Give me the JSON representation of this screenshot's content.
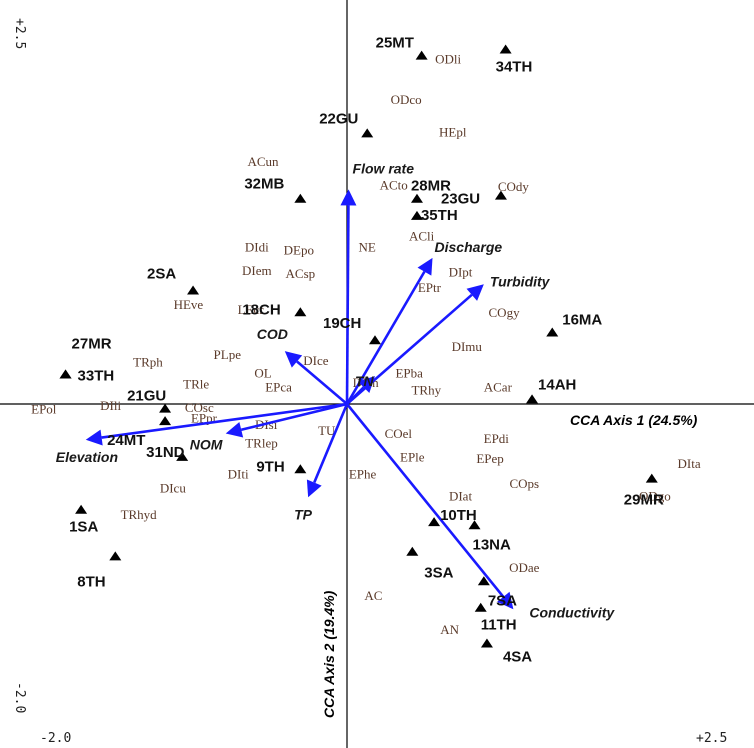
{
  "chart_data": {
    "type": "scatter",
    "x_range_labels": {
      "min": "-2.0",
      "max": "+2.5"
    },
    "y_range_labels": {
      "min": "-2.0",
      "max": "+2.5"
    },
    "xlim": [
      -2.0,
      2.5
    ],
    "ylim": [
      -2.0,
      2.5
    ],
    "x_axis_title": "CCA Axis 1 (24.5%)",
    "y_axis_title": "CCA Axis 2 (19.4%)",
    "vectors": [
      {
        "name": "Flow rate",
        "x": 0.01,
        "y": 1.38
      },
      {
        "name": "Discharge",
        "x": 0.55,
        "y": 0.94
      },
      {
        "name": "Turbidity",
        "x": 0.88,
        "y": 0.77
      },
      {
        "name": "COD",
        "x": -0.4,
        "y": 0.34
      },
      {
        "name": "TN",
        "x": 0.18,
        "y": 0.18
      },
      {
        "name": "NOM",
        "x": -0.78,
        "y": -0.19
      },
      {
        "name": "Elevation",
        "x": -1.68,
        "y": -0.23
      },
      {
        "name": "TP",
        "x": -0.25,
        "y": -0.6
      },
      {
        "name": "Conductivity",
        "x": 1.07,
        "y": -1.32
      }
    ],
    "sites": [
      {
        "label": "25MT",
        "x": 0.48,
        "y": 2.24
      },
      {
        "label": "34TH",
        "x": 1.02,
        "y": 2.28
      },
      {
        "label": "22GU",
        "x": 0.13,
        "y": 1.74
      },
      {
        "label": "32MB",
        "x": -0.3,
        "y": 1.32
      },
      {
        "name_hint": "",
        "label": "28MR",
        "x": 0.45,
        "y": 1.32
      },
      {
        "label": "35TH",
        "x": 0.45,
        "y": 1.21
      },
      {
        "label": "23GU",
        "x": 0.99,
        "y": 1.34
      },
      {
        "label": "2SA",
        "x": -0.99,
        "y": 0.73
      },
      {
        "label": "18CH",
        "x": -0.3,
        "y": 0.59
      },
      {
        "label": "19CH",
        "x": 0.18,
        "y": 0.41
      },
      {
        "label": "16MA",
        "x": 1.32,
        "y": 0.46
      },
      {
        "label": "27MR",
        "x": -1.81,
        "y": 0.19
      },
      {
        "label": "33TH",
        "x": -1.81,
        "y": 0.19
      },
      {
        "label": "21GU",
        "x": -1.17,
        "y": -0.03
      },
      {
        "label": "24MT",
        "x": -1.17,
        "y": -0.11
      },
      {
        "label": "14AH",
        "x": 1.19,
        "y": 0.03
      },
      {
        "label": "31ND",
        "x": -1.06,
        "y": -0.34
      },
      {
        "label": "9TH",
        "x": -0.3,
        "y": -0.42
      },
      {
        "label": "29MR",
        "x": 1.96,
        "y": -0.48
      },
      {
        "label": "1SA",
        "x": -1.71,
        "y": -0.68
      },
      {
        "label": "10TH",
        "x": 0.56,
        "y": -0.76
      },
      {
        "label": "13NA",
        "x": 0.82,
        "y": -0.78
      },
      {
        "label": "8TH",
        "x": -1.49,
        "y": -0.98
      },
      {
        "label": "3SA",
        "x": 0.42,
        "y": -0.95
      },
      {
        "label": "7SA",
        "x": 0.88,
        "y": -1.14
      },
      {
        "label": "11TH",
        "x": 0.86,
        "y": -1.31
      },
      {
        "label": "4SA",
        "x": 0.9,
        "y": -1.54
      }
    ],
    "species": [
      {
        "label": "ODli",
        "x": 0.65,
        "y": 2.19
      },
      {
        "label": "ODco",
        "x": 0.38,
        "y": 1.93
      },
      {
        "label": "HEpl",
        "x": 0.68,
        "y": 1.72
      },
      {
        "label": "ACun",
        "x": -0.54,
        "y": 1.53
      },
      {
        "label": "COdy",
        "x": 1.07,
        "y": 1.37
      },
      {
        "label": "ACto",
        "x": 0.3,
        "y": 1.38
      },
      {
        "label": "ACli",
        "x": 0.48,
        "y": 1.05
      },
      {
        "label": "NE",
        "x": 0.13,
        "y": 0.98
      },
      {
        "label": "DIdi",
        "x": -0.58,
        "y": 0.98
      },
      {
        "label": "DEpo",
        "x": -0.31,
        "y": 0.96
      },
      {
        "label": "DIem",
        "x": -0.58,
        "y": 0.83
      },
      {
        "label": "ACsp",
        "x": -0.3,
        "y": 0.81
      },
      {
        "label": "DIpt",
        "x": 0.73,
        "y": 0.82
      },
      {
        "label": "EPtr",
        "x": 0.53,
        "y": 0.72
      },
      {
        "label": "HEve",
        "x": -1.02,
        "y": 0.61
      },
      {
        "label": "LEcr",
        "x": -0.62,
        "y": 0.58
      },
      {
        "label": "COgy",
        "x": 1.01,
        "y": 0.56
      },
      {
        "label": "DImu",
        "x": 0.77,
        "y": 0.34
      },
      {
        "label": "PLpe",
        "x": -0.77,
        "y": 0.29
      },
      {
        "label": "DIce",
        "x": -0.2,
        "y": 0.25
      },
      {
        "label": "TRph",
        "x": -1.28,
        "y": 0.24
      },
      {
        "label": "OL",
        "x": -0.54,
        "y": 0.17
      },
      {
        "label": "EPba",
        "x": 0.4,
        "y": 0.17
      },
      {
        "label": "DIch",
        "x": 0.12,
        "y": 0.11
      },
      {
        "label": "EPca",
        "x": -0.44,
        "y": 0.08
      },
      {
        "label": "TRle",
        "x": -0.97,
        "y": 0.1
      },
      {
        "label": "TRhy",
        "x": 0.51,
        "y": 0.06
      },
      {
        "label": "ACar",
        "x": 0.97,
        "y": 0.08
      },
      {
        "label": "EPol",
        "x": -1.95,
        "y": -0.06
      },
      {
        "label": "DIli",
        "x": -1.52,
        "y": -0.04
      },
      {
        "label": "COsc",
        "x": -0.95,
        "y": -0.05
      },
      {
        "label": "EPpr",
        "x": -0.92,
        "y": -0.12
      },
      {
        "label": "DIsi",
        "x": -0.52,
        "y": -0.16
      },
      {
        "label": "TRlep",
        "x": -0.55,
        "y": -0.28
      },
      {
        "label": "TU",
        "x": -0.13,
        "y": -0.2
      },
      {
        "label": "COel",
        "x": 0.33,
        "y": -0.22
      },
      {
        "label": "EPdi",
        "x": 0.96,
        "y": -0.25
      },
      {
        "label": "EPep",
        "x": 0.92,
        "y": -0.38
      },
      {
        "label": "EPle",
        "x": 0.42,
        "y": -0.37
      },
      {
        "label": "EPhe",
        "x": 0.1,
        "y": -0.48
      },
      {
        "label": "DIti",
        "x": -0.7,
        "y": -0.48
      },
      {
        "label": "DIcu",
        "x": -1.12,
        "y": -0.57
      },
      {
        "label": "DIat",
        "x": 0.73,
        "y": -0.62
      },
      {
        "label": "COps",
        "x": 1.14,
        "y": -0.54
      },
      {
        "label": "DIta",
        "x": 2.2,
        "y": -0.41
      },
      {
        "label": "ODgo",
        "x": 1.98,
        "y": -0.62
      },
      {
        "label": "TRhyd",
        "x": -1.34,
        "y": -0.74
      },
      {
        "label": "ODae",
        "x": 1.14,
        "y": -1.08
      },
      {
        "label": "AC",
        "x": 0.17,
        "y": -1.26
      },
      {
        "label": "AN",
        "x": 0.66,
        "y": -1.48
      }
    ]
  }
}
